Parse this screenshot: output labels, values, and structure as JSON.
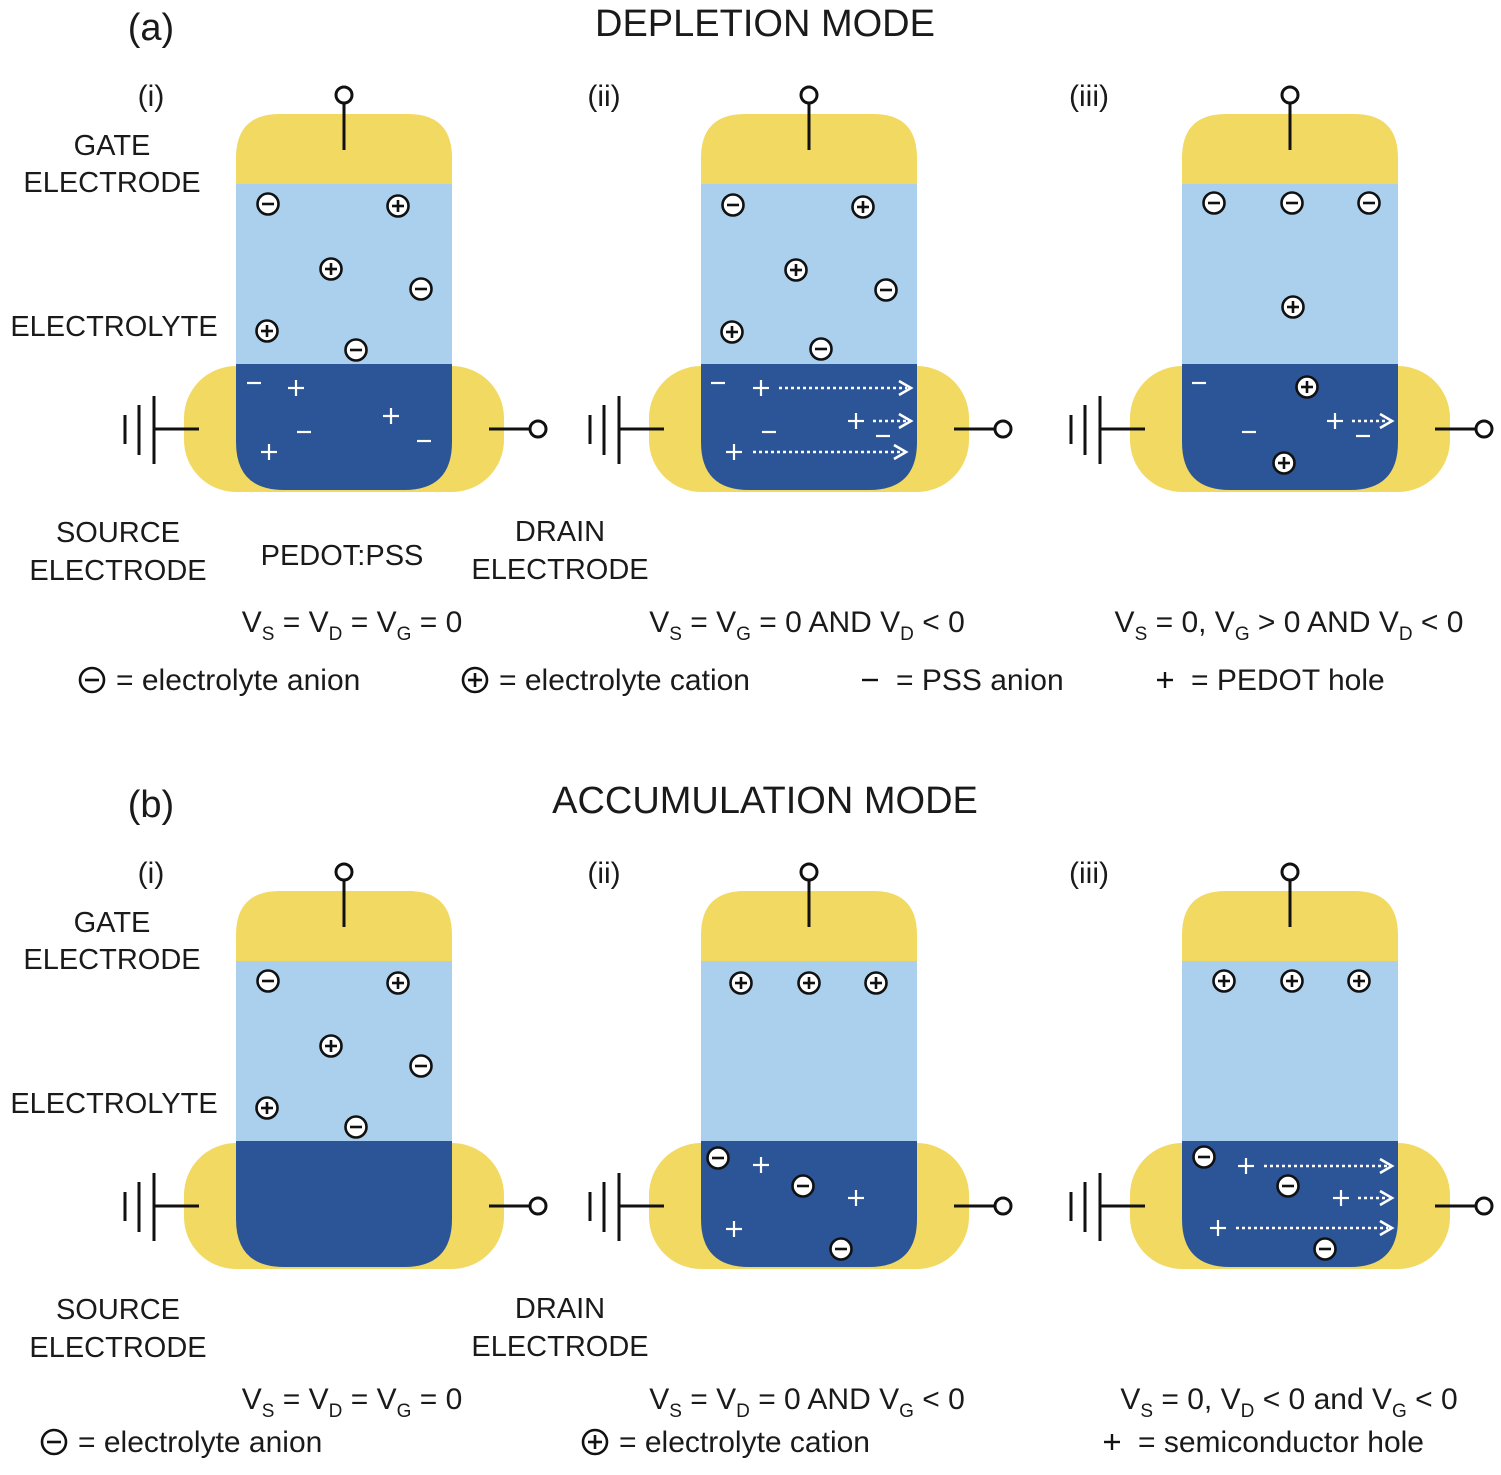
{
  "colors": {
    "electrode": "#f2d961",
    "electrolyte": "#abd0ee",
    "channel": "#2c5597",
    "ink": "#1a1a1a",
    "charge": "#ffffff"
  },
  "depletion": {
    "panel_label": "(a)",
    "title": "DEPLETION MODE",
    "sub_labels": [
      "(i)",
      "(ii)",
      "(iii)"
    ],
    "gate_label": [
      "GATE",
      "ELECTRODE"
    ],
    "electrolyte_label": "ELECTROLYTE",
    "source_label": [
      "SOURCE",
      "ELECTRODE"
    ],
    "channel_label": "PEDOT:PSS",
    "drain_label": [
      "DRAIN",
      "ELECTRODE"
    ],
    "conditions": [
      {
        "parts": [
          [
            "V",
            ""
          ],
          [
            "S",
            "sub"
          ],
          [
            " = V",
            ""
          ],
          [
            "D",
            "sub"
          ],
          [
            " = V",
            ""
          ],
          [
            "G",
            "sub"
          ],
          [
            " = 0",
            ""
          ]
        ]
      },
      {
        "parts": [
          [
            "V",
            ""
          ],
          [
            "S",
            "sub"
          ],
          [
            " = V",
            ""
          ],
          [
            "G",
            "sub"
          ],
          [
            " = 0 AND V",
            ""
          ],
          [
            "D",
            "sub"
          ],
          [
            " < 0",
            ""
          ]
        ]
      },
      {
        "parts": [
          [
            "V",
            ""
          ],
          [
            "S",
            "sub"
          ],
          [
            " = 0, V",
            ""
          ],
          [
            "G",
            "sub"
          ],
          [
            "  > 0 AND V",
            ""
          ],
          [
            "D",
            "sub"
          ],
          [
            " < 0",
            ""
          ]
        ]
      }
    ],
    "legend": [
      {
        "symbol": "circle-minus",
        "text": "= electrolyte anion"
      },
      {
        "symbol": "circle-plus",
        "text": "= electrolyte cation"
      },
      {
        "symbol": "minus",
        "text": "= PSS anion"
      },
      {
        "symbol": "plus",
        "text": "= PEDOT hole"
      }
    ]
  },
  "accumulation": {
    "panel_label": "(b)",
    "title": "ACCUMULATION MODE",
    "sub_labels": [
      "(i)",
      "(ii)",
      "(iii)"
    ],
    "gate_label": [
      "GATE",
      "ELECTRODE"
    ],
    "electrolyte_label": "ELECTROLYTE",
    "source_label": [
      "SOURCE",
      "ELECTRODE"
    ],
    "drain_label": [
      "DRAIN",
      "ELECTRODE"
    ],
    "conditions": [
      {
        "parts": [
          [
            "V",
            ""
          ],
          [
            "S",
            "sub"
          ],
          [
            " = V",
            ""
          ],
          [
            "D",
            "sub"
          ],
          [
            " = V",
            ""
          ],
          [
            "G",
            "sub"
          ],
          [
            " = 0",
            ""
          ]
        ]
      },
      {
        "parts": [
          [
            "V",
            ""
          ],
          [
            "S",
            "sub"
          ],
          [
            " = V",
            ""
          ],
          [
            "D",
            "sub"
          ],
          [
            " = 0 AND V",
            ""
          ],
          [
            "G",
            "sub"
          ],
          [
            " < 0",
            ""
          ]
        ]
      },
      {
        "parts": [
          [
            "V",
            ""
          ],
          [
            "S",
            "sub"
          ],
          [
            " = 0, V",
            ""
          ],
          [
            "D",
            "sub"
          ],
          [
            " < 0 and V",
            ""
          ],
          [
            "G",
            "sub"
          ],
          [
            " < 0",
            ""
          ]
        ]
      }
    ],
    "legend": [
      {
        "symbol": "circle-minus",
        "text": "= electrolyte anion"
      },
      {
        "symbol": "circle-plus",
        "text": "= electrolyte cation"
      },
      {
        "symbol": "plus",
        "text": "= semiconductor hole"
      }
    ]
  }
}
